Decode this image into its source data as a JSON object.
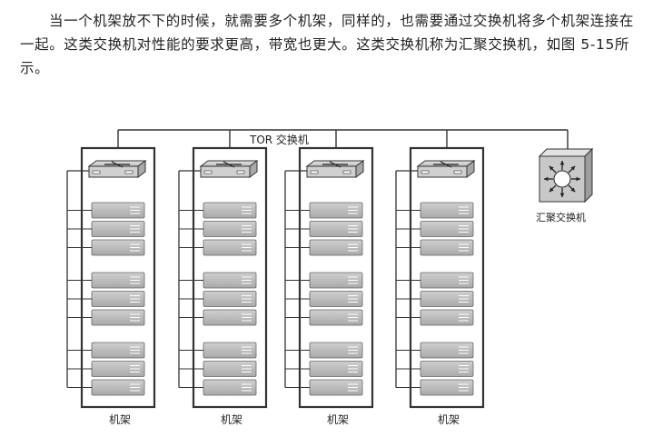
{
  "paragraph": {
    "text": "当一个机架放不下的时候，就需要多个机架，同样的，也需要通过交换机将多个机架连接在一起。这类交换机对性能的要求更高，带宽也更大。这类交换机称为汇聚交换机，如图 5-15所示。"
  },
  "diagram": {
    "tor_label": "TOR 交换机",
    "aggregation_label": "汇聚交换机",
    "rack_label": "机架",
    "rack_count": 4,
    "servers_per_group": 3,
    "groups_per_rack": 3
  },
  "colors": {
    "frame": "#333333",
    "server_fill": "#bdbdbd",
    "server_stroke": "#666666",
    "switch_fill": "#d0d0d0",
    "agg_fill": "#c8c8c8"
  }
}
